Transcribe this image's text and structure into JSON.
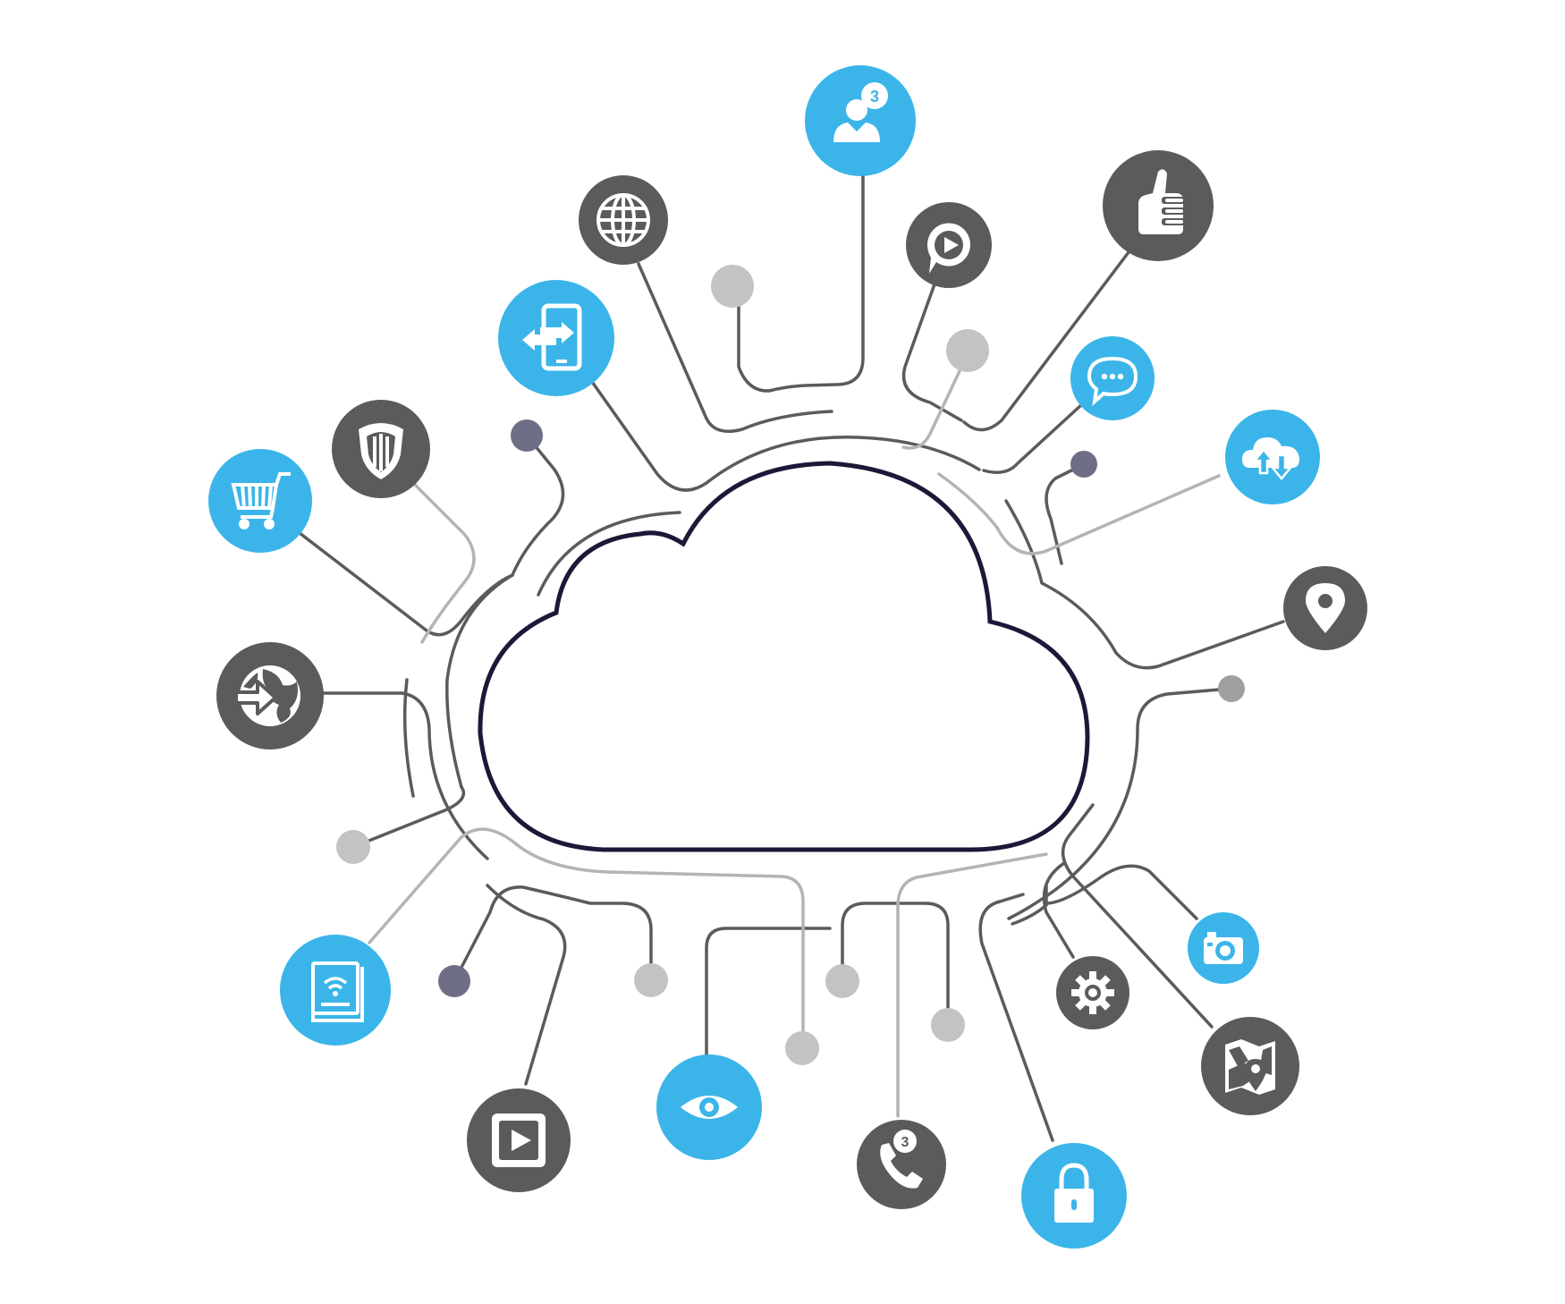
{
  "colors": {
    "blue": "#3bb5e9",
    "dark": "#5a5b5a",
    "line": "#5a5b5a",
    "light_line": "#b4b4b8",
    "cloud_outline": "#1b1838",
    "dot_gray": "#c3c3c3",
    "dot_mid": "#9f9f9f",
    "dot_navy": "#6e6e86"
  },
  "badges": {
    "users": "3",
    "phone": "3"
  },
  "nodes": [
    {
      "name": "user-group",
      "icon": "user-icon",
      "style": "blue"
    },
    {
      "name": "thumbs-up",
      "icon": "thumbs-up-icon",
      "style": "dark"
    },
    {
      "name": "globe",
      "icon": "globe-icon",
      "style": "dark"
    },
    {
      "name": "video-chat",
      "icon": "video-chat-icon",
      "style": "dark"
    },
    {
      "name": "mobile-transfer",
      "icon": "mobile-transfer-icon",
      "style": "blue"
    },
    {
      "name": "chat",
      "icon": "chat-bubble-icon",
      "style": "blue"
    },
    {
      "name": "shield",
      "icon": "shield-icon",
      "style": "dark"
    },
    {
      "name": "cloud-sync",
      "icon": "cloud-sync-icon",
      "style": "blue"
    },
    {
      "name": "cart",
      "icon": "cart-icon",
      "style": "blue"
    },
    {
      "name": "location",
      "icon": "location-pin-icon",
      "style": "dark"
    },
    {
      "name": "world-share",
      "icon": "world-arrow-icon",
      "style": "dark"
    },
    {
      "name": "camera",
      "icon": "camera-icon",
      "style": "blue"
    },
    {
      "name": "settings",
      "icon": "gear-icon",
      "style": "dark"
    },
    {
      "name": "ebook",
      "icon": "wifi-book-icon",
      "style": "blue"
    },
    {
      "name": "map",
      "icon": "map-icon",
      "style": "dark"
    },
    {
      "name": "play",
      "icon": "play-icon",
      "style": "dark"
    },
    {
      "name": "eye",
      "icon": "eye-icon",
      "style": "blue"
    },
    {
      "name": "phone",
      "icon": "phone-icon",
      "style": "dark"
    },
    {
      "name": "lock",
      "icon": "lock-icon",
      "style": "blue"
    }
  ]
}
